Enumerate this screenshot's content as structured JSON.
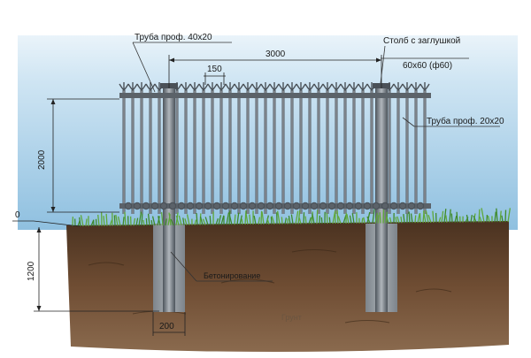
{
  "labels": {
    "pipe_40": "Труба проф. 40х20",
    "post_line1": "Столб с заглушкой",
    "post_line2": "60х60 (ф60)",
    "pipe_20": "Труба проф. 20х20",
    "concrete": "Бетонирование",
    "soil": "Грунт"
  },
  "dimensions": {
    "span": "3000",
    "picket_step": "150",
    "height": "2000",
    "depth": "1200",
    "ground_zero": "0",
    "hole_width": "200"
  },
  "colors": {
    "sky": "#9fcbe6",
    "soil": "#6b4a30",
    "soil_dark": "#4a3220",
    "grass": "#3f8a2a",
    "metal": "#5d646c",
    "concrete": "#8a9096"
  }
}
